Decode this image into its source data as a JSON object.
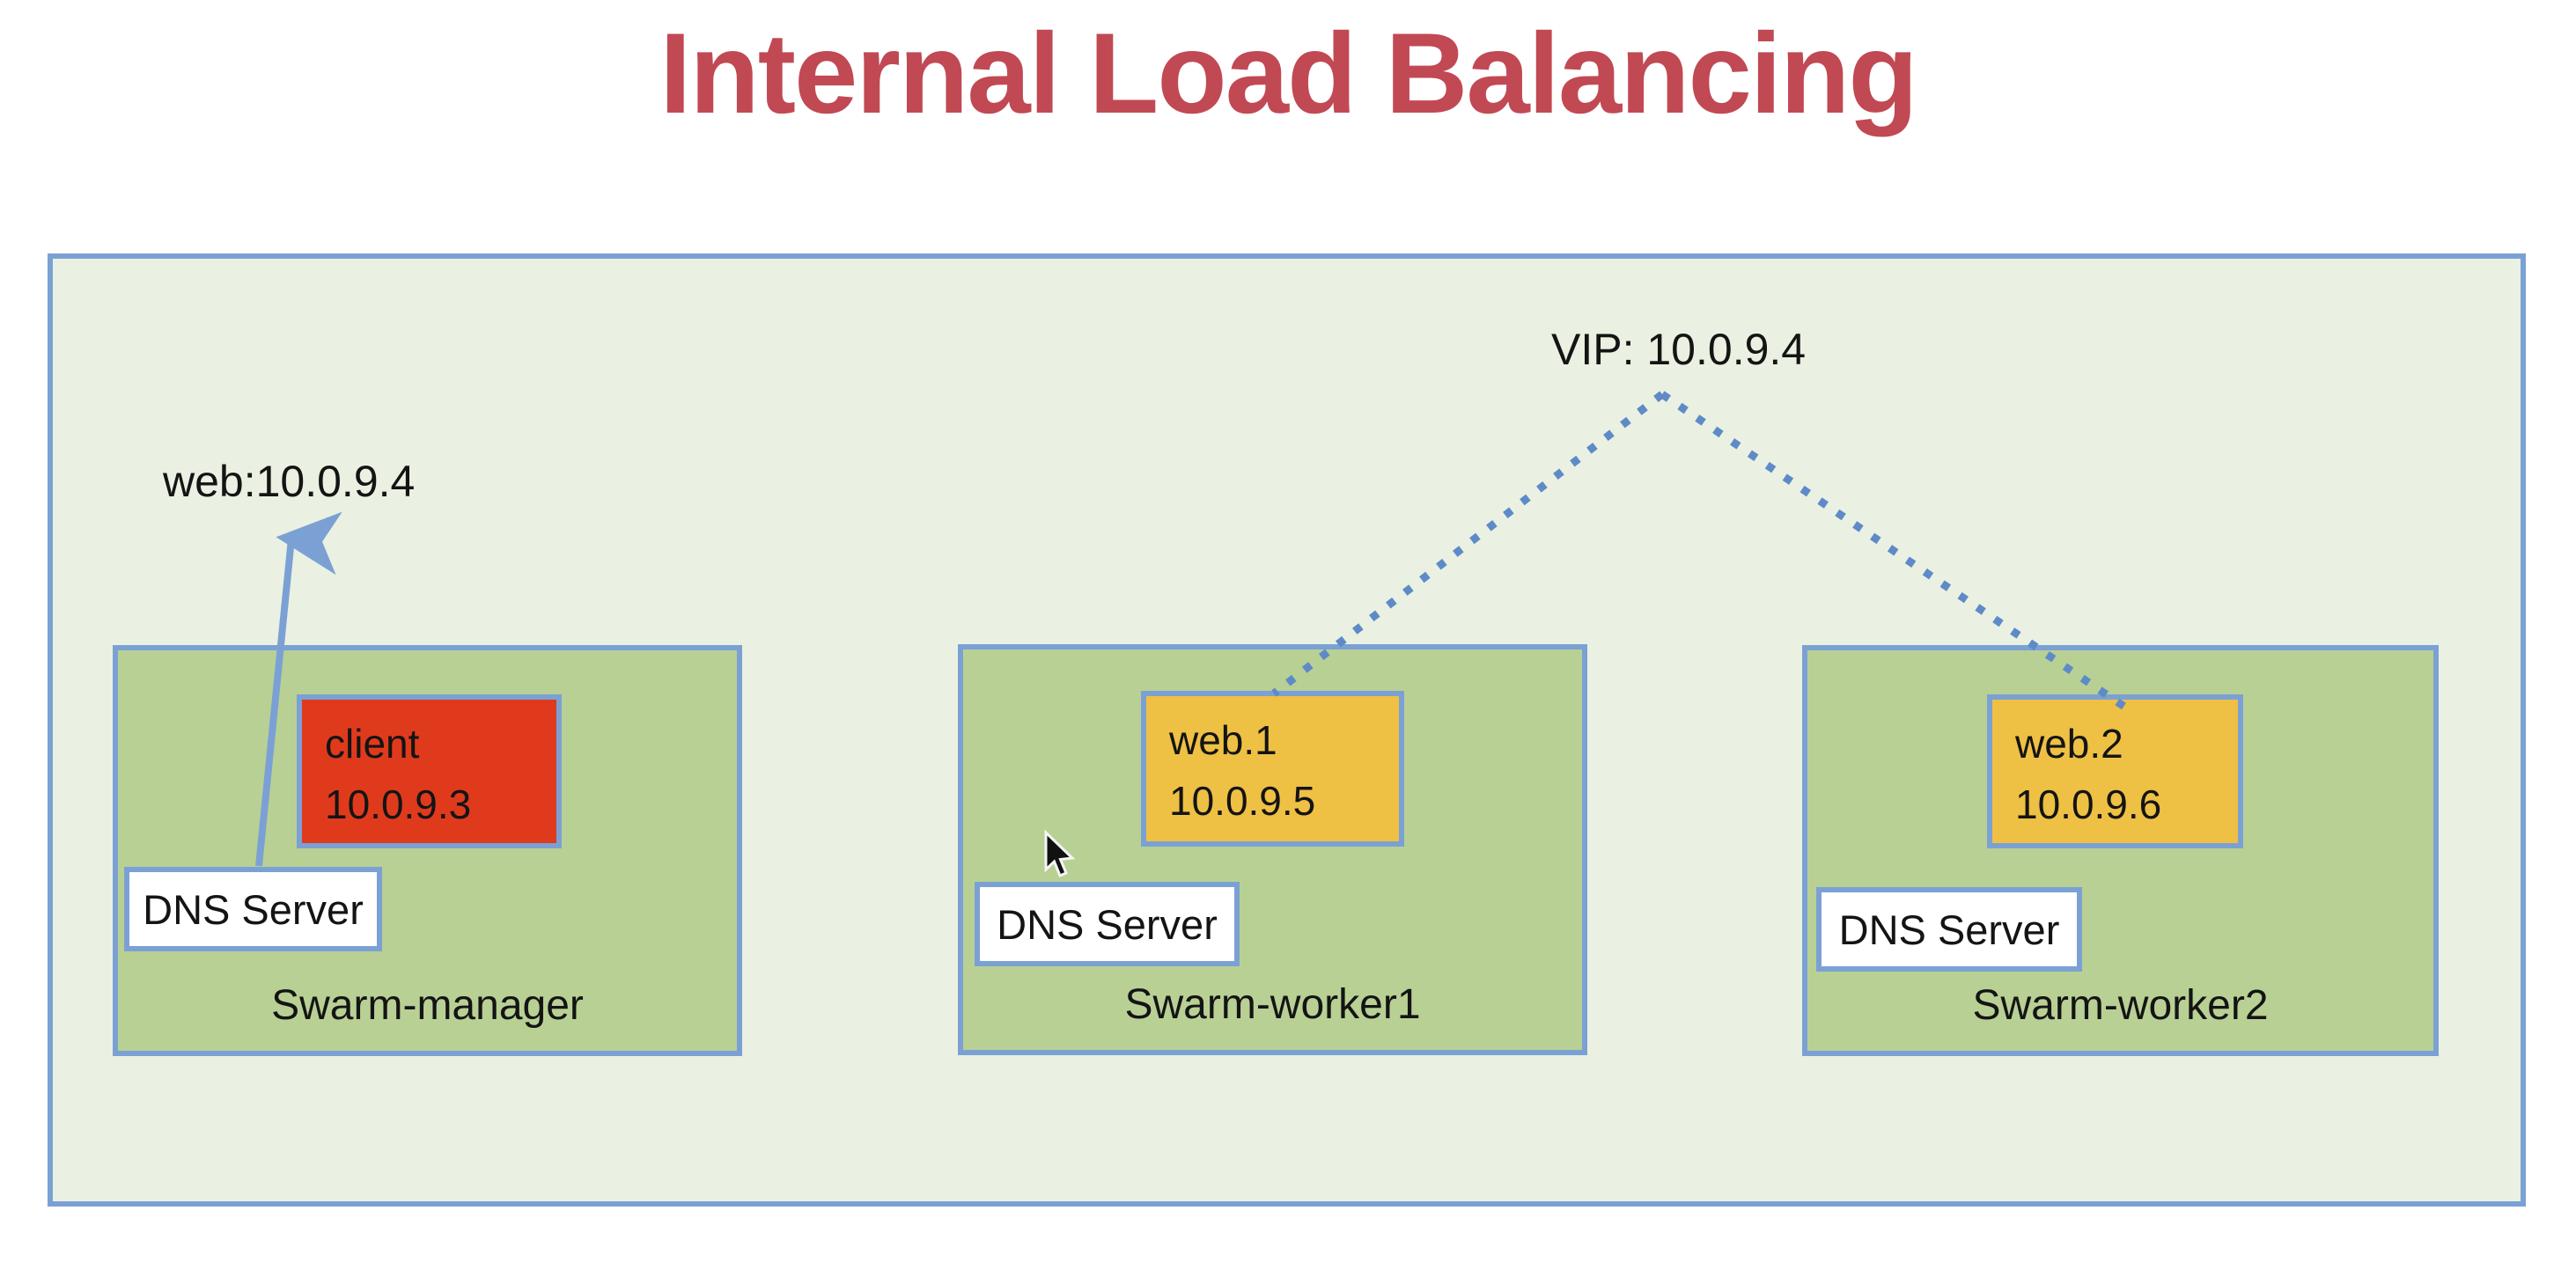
{
  "title": "Internal Load Balancing",
  "overlay": {
    "vip_label": "VIP: 10.0.9.4",
    "dns_result_label": "web:10.0.9.4"
  },
  "nodes": [
    {
      "name": "Swarm-manager",
      "service": {
        "line1": "client",
        "line2": "10.0.9.3"
      },
      "dns": "DNS Server"
    },
    {
      "name": "Swarm-worker1",
      "service": {
        "line1": "web.1",
        "line2": "10.0.9.5"
      },
      "dns": "DNS Server"
    },
    {
      "name": "Swarm-worker2",
      "service": {
        "line1": "web.2",
        "line2": "10.0.9.6"
      },
      "dns": "DNS Server"
    }
  ],
  "colors": {
    "title": "#c14954",
    "overlay_fill": "#eaf1e2",
    "border_blue": "#7ba1d4",
    "node_fill": "#b9d095",
    "client_fill": "#e03a1d",
    "web_fill": "#eec044",
    "dotted_line": "#5e8bc8",
    "arrow_line": "#7ba1d4",
    "text": "#141414"
  }
}
